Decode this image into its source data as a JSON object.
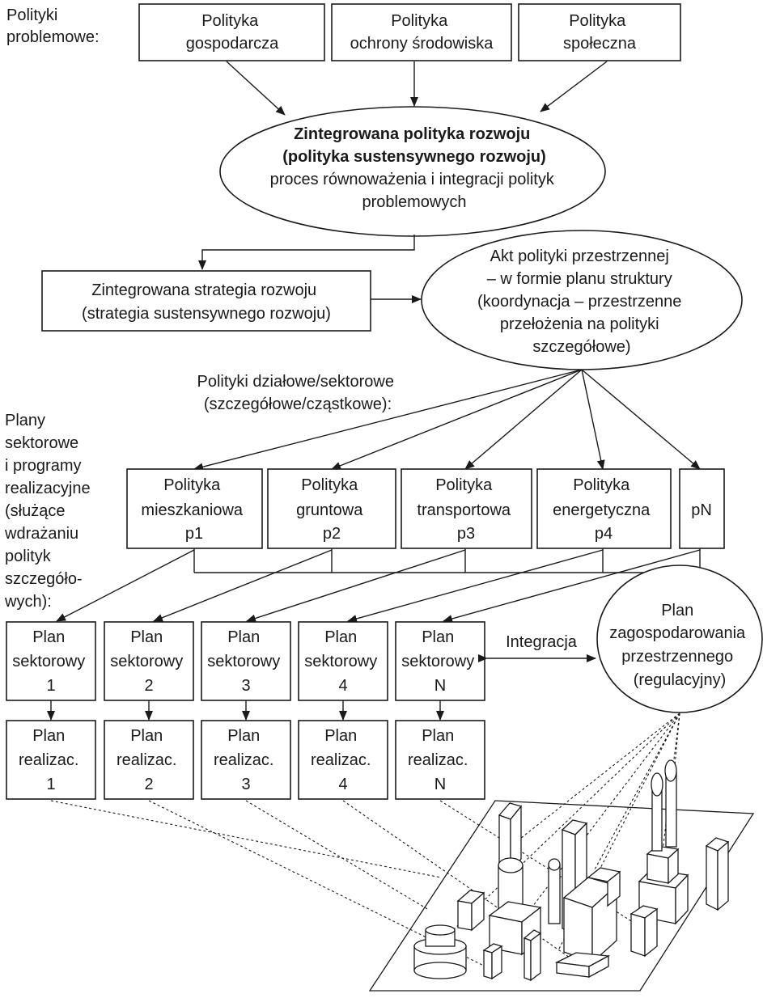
{
  "problem_label": [
    "Polityki",
    "problemowe:"
  ],
  "problem_policies": [
    [
      "Polityka",
      "gospodarcza"
    ],
    [
      "Polityka",
      "ochrony środowiska"
    ],
    [
      "Polityka",
      "społeczna"
    ]
  ],
  "integrated_policy": {
    "bold": [
      "Zintegrowana polityka rozwoju",
      "(polityka sustensywnego rozwoju)"
    ],
    "normal": [
      "proces równoważenia i integracji polityk",
      "problemowych"
    ]
  },
  "integrated_strategy": [
    "Zintegrowana strategia rozwoju",
    "(strategia sustensywnego rozwoju)"
  ],
  "spatial_act": [
    "Akt polityki przestrzennej",
    "– w formie planu struktury",
    "(koordynacja – przestrzenne",
    "przełożenia na polityki",
    "szczegółowe)"
  ],
  "sector_label": [
    "Polityki działowe/sektorowe",
    "(szczegółowe/cząstkowe):"
  ],
  "plans_label": [
    "Plany",
    "sektorowe",
    "i programy",
    "realizacyjne",
    "(służące",
    "wdrażaniu",
    "polityk",
    "szczegóło-",
    "wych):"
  ],
  "sector_policies": [
    [
      "Polityka",
      "mieszkaniowa",
      "p1"
    ],
    [
      "Polityka",
      "gruntowa",
      "p2"
    ],
    [
      "Polityka",
      "transportowa",
      "p3"
    ],
    [
      "Polityka",
      "energetyczna",
      "p4"
    ],
    [
      "pN"
    ]
  ],
  "sector_plans": [
    [
      "Plan",
      "sektorowy",
      "1"
    ],
    [
      "Plan",
      "sektorowy",
      "2"
    ],
    [
      "Plan",
      "sektorowy",
      "3"
    ],
    [
      "Plan",
      "sektorowy",
      "4"
    ],
    [
      "Plan",
      "sektorowy",
      "N"
    ]
  ],
  "implementation_plans": [
    [
      "Plan",
      "realizac.",
      "1"
    ],
    [
      "Plan",
      "realizac.",
      "2"
    ],
    [
      "Plan",
      "realizac.",
      "3"
    ],
    [
      "Plan",
      "realizac.",
      "4"
    ],
    [
      "Plan",
      "realizac.",
      "N"
    ]
  ],
  "integration_label": "Integracja",
  "zoning_plan": [
    "Plan",
    "zagospodarowania",
    "przestrzennego",
    "(regulacyjny)"
  ],
  "colors": {
    "stroke": "#1a1a1a",
    "background": "#ffffff"
  }
}
